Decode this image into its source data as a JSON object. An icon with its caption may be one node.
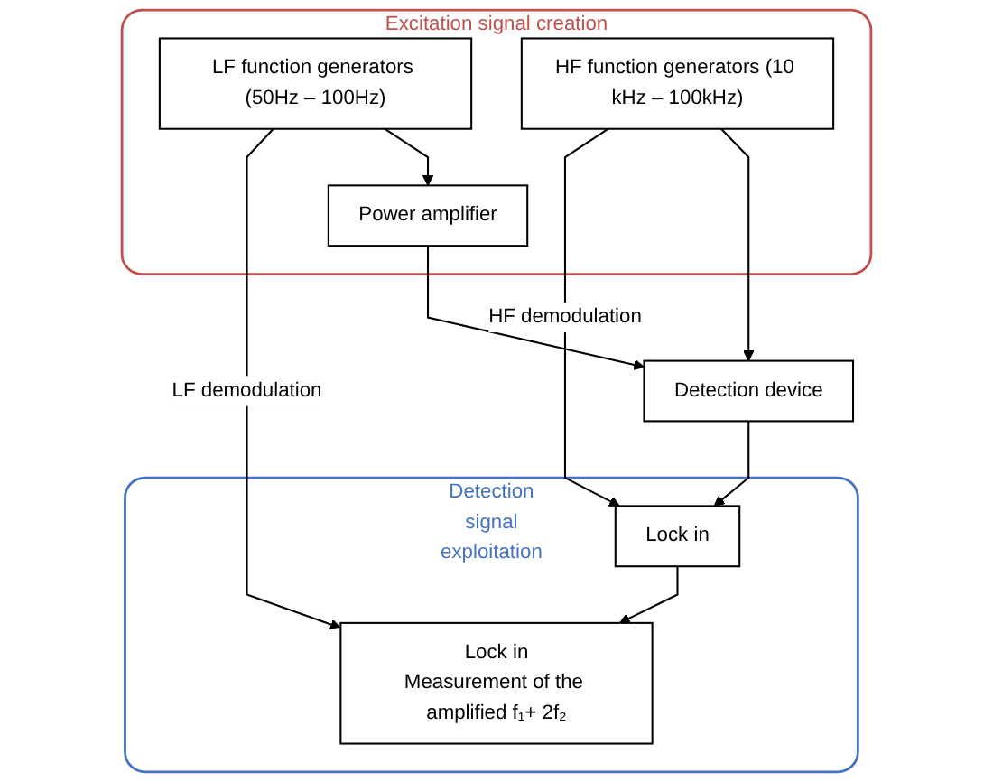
{
  "diagram": {
    "nodes": [
      {
        "text": [
          "Excitation signal creation"
        ]
      },
      {
        "text": [
          "LF function generators (50Hz – 100Hz)"
        ],
        "in": 0
      },
      {
        "text": [
          "HF function generators (10 kHz – 100kHz)"
        ],
        "in": 0
      },
      {
        "text": [
          "Power amplifier"
        ],
        "in": 0
      },
      {
        "text": [
          "Detection device"
        ]
      },
      {
        "text": [
          "Detection signal exploitation"
        ]
      },
      {
        "text": [
          "Lock in"
        ],
        "in": 5
      },
      {
        "text": [
          "Lock in",
          "Measurement of the amplified f₁+ 2f₂"
        ],
        "in": 5
      }
    ],
    "edges": [
      {
        "from": 1,
        "to": 3,
        "arrow": "to"
      },
      {
        "from": 3,
        "to": 4,
        "arrow": "to"
      },
      {
        "from": 2,
        "to": 4,
        "arrow": "to"
      },
      {
        "from": 4,
        "to": 6,
        "arrow": "to"
      },
      {
        "from": 6,
        "to": 7,
        "arrow": "to"
      },
      {
        "from": 1,
        "to": 7,
        "arrow": "to",
        "label": "LF demodulation"
      },
      {
        "from": 2,
        "to": 6,
        "arrow": "to",
        "label": "HF demodulation"
      }
    ]
  }
}
